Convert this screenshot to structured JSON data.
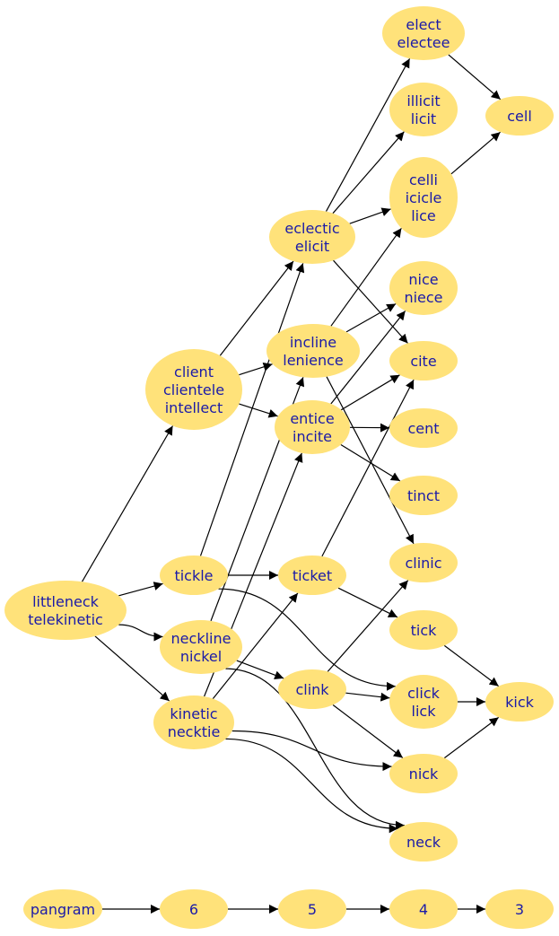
{
  "nodes": [
    {
      "id": "littleneck_telekinetic",
      "lines": [
        "littleneck",
        "telekinetic"
      ]
    },
    {
      "id": "client",
      "lines": [
        "client",
        "clientele",
        "intellect"
      ]
    },
    {
      "id": "tickle",
      "lines": [
        "tickle"
      ]
    },
    {
      "id": "neckline",
      "lines": [
        "neckline",
        "nickel"
      ]
    },
    {
      "id": "kinetic",
      "lines": [
        "kinetic",
        "necktie"
      ]
    },
    {
      "id": "eclectic",
      "lines": [
        "eclectic",
        "elicit"
      ]
    },
    {
      "id": "incline",
      "lines": [
        "incline",
        "lenience"
      ]
    },
    {
      "id": "entice",
      "lines": [
        "entice",
        "incite"
      ]
    },
    {
      "id": "ticket",
      "lines": [
        "ticket"
      ]
    },
    {
      "id": "clink",
      "lines": [
        "clink"
      ]
    },
    {
      "id": "elect",
      "lines": [
        "elect",
        "electee"
      ]
    },
    {
      "id": "illicit",
      "lines": [
        "illicit",
        "licit"
      ]
    },
    {
      "id": "celli",
      "lines": [
        "celli",
        "icicle",
        "lice"
      ]
    },
    {
      "id": "nice",
      "lines": [
        "nice",
        "niece"
      ]
    },
    {
      "id": "cite",
      "lines": [
        "cite"
      ]
    },
    {
      "id": "cent",
      "lines": [
        "cent"
      ]
    },
    {
      "id": "tinct",
      "lines": [
        "tinct"
      ]
    },
    {
      "id": "clinic",
      "lines": [
        "clinic"
      ]
    },
    {
      "id": "tick",
      "lines": [
        "tick"
      ]
    },
    {
      "id": "click",
      "lines": [
        "click",
        "lick"
      ]
    },
    {
      "id": "nick",
      "lines": [
        "nick"
      ]
    },
    {
      "id": "neck",
      "lines": [
        "neck"
      ]
    },
    {
      "id": "cell",
      "lines": [
        "cell"
      ]
    },
    {
      "id": "kick",
      "lines": [
        "kick"
      ]
    },
    {
      "id": "pangram",
      "lines": [
        "pangram"
      ]
    },
    {
      "id": "n6",
      "lines": [
        "6"
      ]
    },
    {
      "id": "n5",
      "lines": [
        "5"
      ]
    },
    {
      "id": "n4",
      "lines": [
        "4"
      ]
    },
    {
      "id": "n3",
      "lines": [
        "3"
      ]
    }
  ],
  "edges": [
    [
      "littleneck_telekinetic",
      "client"
    ],
    [
      "littleneck_telekinetic",
      "tickle"
    ],
    [
      "littleneck_telekinetic",
      "neckline"
    ],
    [
      "littleneck_telekinetic",
      "kinetic"
    ],
    [
      "client",
      "eclectic"
    ],
    [
      "client",
      "incline"
    ],
    [
      "client",
      "entice"
    ],
    [
      "tickle",
      "eclectic"
    ],
    [
      "tickle",
      "ticket"
    ],
    [
      "tickle",
      "click"
    ],
    [
      "neckline",
      "incline"
    ],
    [
      "neckline",
      "clink"
    ],
    [
      "neckline",
      "neck"
    ],
    [
      "kinetic",
      "entice"
    ],
    [
      "kinetic",
      "ticket"
    ],
    [
      "kinetic",
      "nick"
    ],
    [
      "kinetic",
      "neck"
    ],
    [
      "eclectic",
      "elect"
    ],
    [
      "eclectic",
      "illicit"
    ],
    [
      "eclectic",
      "celli"
    ],
    [
      "eclectic",
      "cite"
    ],
    [
      "incline",
      "celli"
    ],
    [
      "incline",
      "nice"
    ],
    [
      "incline",
      "clinic"
    ],
    [
      "entice",
      "nice"
    ],
    [
      "entice",
      "cite"
    ],
    [
      "entice",
      "cent"
    ],
    [
      "entice",
      "tinct"
    ],
    [
      "ticket",
      "cite"
    ],
    [
      "ticket",
      "tick"
    ],
    [
      "clink",
      "clinic"
    ],
    [
      "clink",
      "click"
    ],
    [
      "clink",
      "nick"
    ],
    [
      "elect",
      "cell"
    ],
    [
      "celli",
      "cell"
    ],
    [
      "tick",
      "kick"
    ],
    [
      "click",
      "kick"
    ],
    [
      "nick",
      "kick"
    ],
    [
      "pangram",
      "n6"
    ],
    [
      "n6",
      "n5"
    ],
    [
      "n5",
      "n4"
    ],
    [
      "n4",
      "n3"
    ]
  ]
}
